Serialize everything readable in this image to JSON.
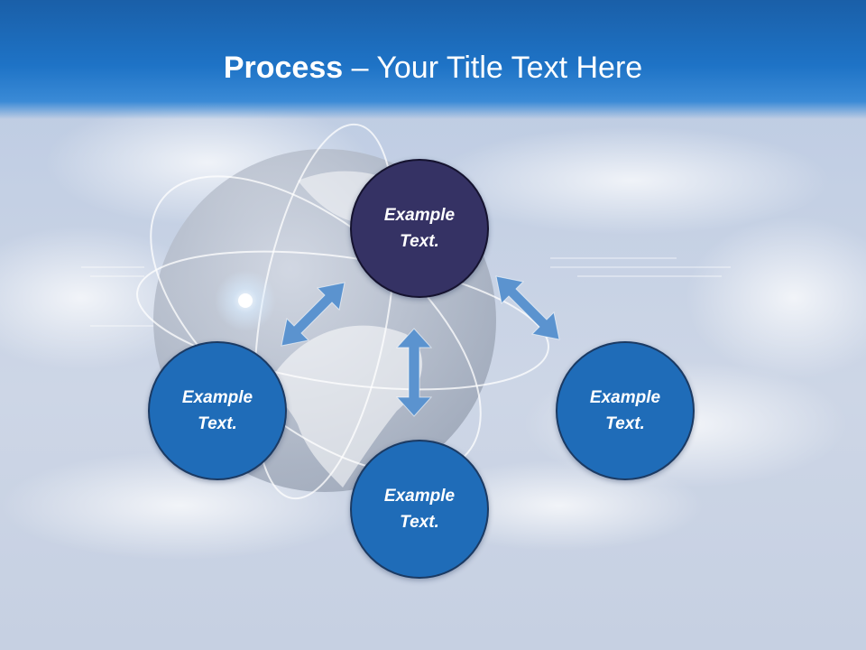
{
  "slide": {
    "title_bold": "Process",
    "title_rest": " – Your Title Text Here"
  },
  "nodes": [
    {
      "id": "top",
      "label_line1": "Example",
      "label_line2": "Text.",
      "color": "#353264"
    },
    {
      "id": "left",
      "label_line1": "Example",
      "label_line2": "Text.",
      "color": "#1f6cb8"
    },
    {
      "id": "bottom",
      "label_line1": "Example",
      "label_line2": "Text.",
      "color": "#1f6cb8"
    },
    {
      "id": "right",
      "label_line1": "Example",
      "label_line2": "Text.",
      "color": "#1f6cb8"
    }
  ],
  "colors": {
    "header": "#1e73c6",
    "arrow": "#5b93cf",
    "node_blue": "#1f6cb8",
    "node_navy": "#353264"
  }
}
